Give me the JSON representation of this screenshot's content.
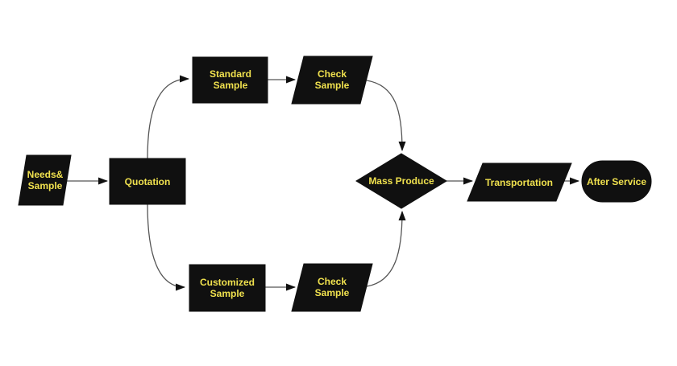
{
  "diagram": {
    "type": "flowchart",
    "colors": {
      "background": "#ffffff",
      "node_fill": "#101010",
      "label_color": "#f0e14e",
      "connector_color": "#555555",
      "arrowhead_color": "#101010"
    },
    "nodes": {
      "needs_sample": {
        "shape": "parallelogram",
        "lines": [
          "Needs&",
          "Sample"
        ]
      },
      "quotation": {
        "shape": "rectangle",
        "lines": [
          "Quotation"
        ]
      },
      "standard_sample": {
        "shape": "rectangle",
        "lines": [
          "Standard",
          "Sample"
        ]
      },
      "check_sample_top": {
        "shape": "parallelogram",
        "lines": [
          "Check",
          "Sample"
        ]
      },
      "customized_sample": {
        "shape": "rectangle",
        "lines": [
          "Customized",
          "Sample"
        ]
      },
      "check_sample_bottom": {
        "shape": "parallelogram",
        "lines": [
          "Check",
          "Sample"
        ]
      },
      "mass_produce": {
        "shape": "diamond",
        "lines": [
          "Mass Produce"
        ]
      },
      "transportation": {
        "shape": "parallelogram",
        "lines": [
          "Transportation"
        ]
      },
      "after_service": {
        "shape": "stadium",
        "lines": [
          "After Service"
        ]
      }
    },
    "edges": [
      {
        "from": "needs_sample",
        "to": "quotation"
      },
      {
        "from": "quotation",
        "to": "standard_sample"
      },
      {
        "from": "standard_sample",
        "to": "check_sample_top"
      },
      {
        "from": "check_sample_top",
        "to": "mass_produce"
      },
      {
        "from": "quotation",
        "to": "customized_sample"
      },
      {
        "from": "customized_sample",
        "to": "check_sample_bottom"
      },
      {
        "from": "check_sample_bottom",
        "to": "mass_produce"
      },
      {
        "from": "mass_produce",
        "to": "transportation"
      },
      {
        "from": "transportation",
        "to": "after_service"
      }
    ]
  }
}
